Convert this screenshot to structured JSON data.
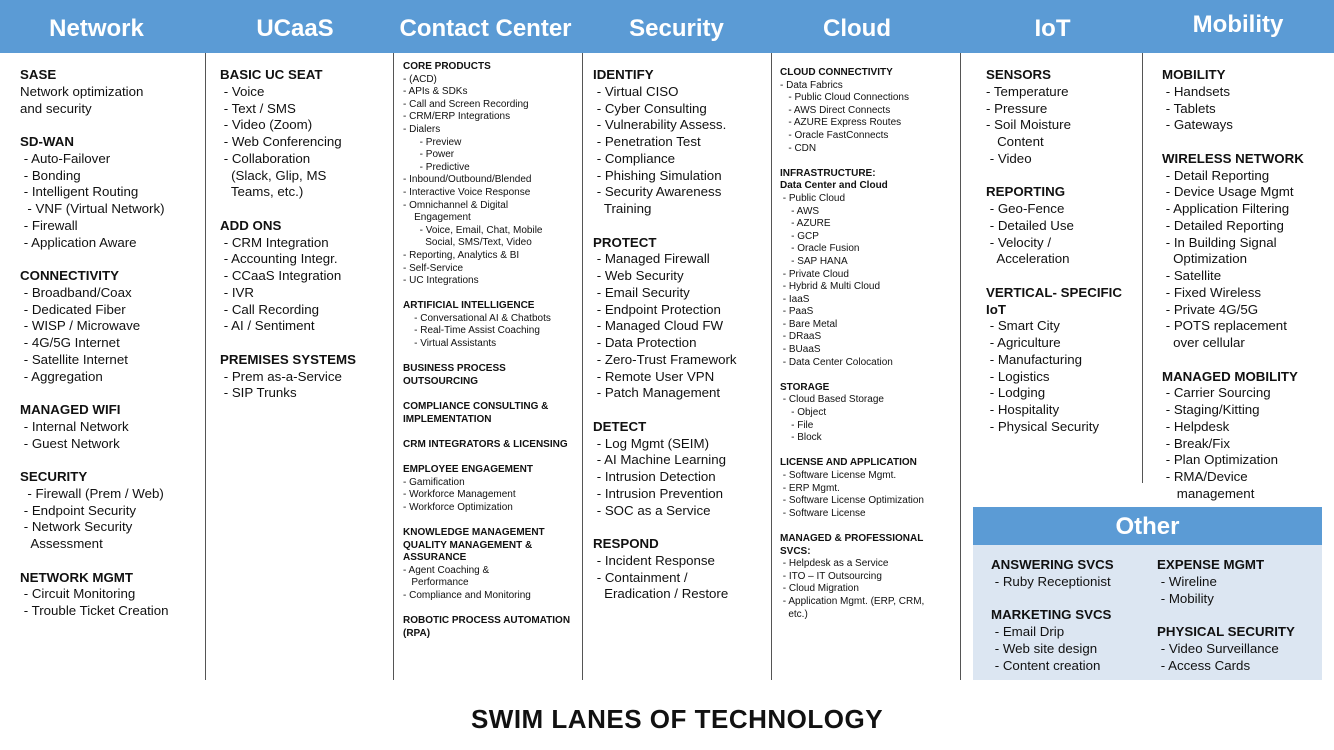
{
  "headers": [
    "Network",
    "UCaaS",
    "Contact Center",
    "Security",
    "Cloud",
    "IoT",
    "Mobility"
  ],
  "columns": [
    {
      "sections": [
        {
          "title": "SASE",
          "items": [
            "Network optimization",
            "and security"
          ]
        },
        {
          "title": "SD-WAN",
          "items": [
            " - Auto-Failover",
            " - Bonding",
            " - Intelligent Routing",
            "  - VNF (Virtual Network)",
            " - Firewall",
            " - Application Aware"
          ]
        },
        {
          "title": "CONNECTIVITY",
          "items": [
            " - Broadband/Coax",
            " - Dedicated Fiber",
            " - WISP / Microwave",
            " - 4G/5G Internet",
            " - Satellite Internet",
            " - Aggregation"
          ]
        },
        {
          "title": "MANAGED WIFI",
          "items": [
            " - Internal Network",
            " - Guest Network"
          ]
        },
        {
          "title": "SECURITY",
          "items": [
            "  - Firewall (Prem / Web)",
            " - Endpoint Security",
            " - Network Security",
            "   Assessment"
          ]
        },
        {
          "title": "NETWORK MGMT",
          "items": [
            " - Circuit Monitoring",
            " - Trouble Ticket Creation"
          ]
        }
      ]
    },
    {
      "sections": [
        {
          "title": "BASIC UC SEAT",
          "items": [
            " - Voice",
            " - Text / SMS",
            " - Video (Zoom)",
            " - Web Conferencing",
            " - Collaboration",
            "   (Slack, Glip, MS",
            "   Teams, etc.)"
          ]
        },
        {
          "title": "ADD ONS",
          "items": [
            " - CRM Integration",
            " - Accounting Integr.",
            " - CCaaS Integration",
            " - IVR",
            " - Call Recording",
            " - AI / Sentiment"
          ]
        },
        {
          "title": "PREMISES SYSTEMS",
          "items": [
            " - Prem as-a-Service",
            " - SIP Trunks"
          ]
        }
      ]
    },
    {
      "sections": [
        {
          "title": "CORE PRODUCTS",
          "items": [
            "- (ACD)",
            "- APIs & SDKs",
            "- Call and Screen Recording",
            "- CRM/ERP Integrations",
            "- Dialers",
            "      - Preview",
            "      - Power",
            "      - Predictive",
            "- Inbound/Outbound/Blended",
            "- Interactive Voice Response",
            "- Omnichannel & Digital",
            "    Engagement",
            "      - Voice, Email, Chat, Mobile",
            "        Social, SMS/Text, Video",
            "- Reporting, Analytics & BI",
            "- Self-Service",
            "- UC Integrations"
          ]
        },
        {
          "title": "ARTIFICIAL INTELLIGENCE",
          "items": [
            "    - Conversational AI & Chatbots",
            "    - Real-Time Assist Coaching",
            "    - Virtual Assistants"
          ]
        },
        {
          "title": "BUSINESS PROCESS\nOUTSOURCING",
          "items": []
        },
        {
          "title": "COMPLIANCE CONSULTING &\nIMPLEMENTATION",
          "items": []
        },
        {
          "title": "CRM INTEGRATORS & LICENSING",
          "items": []
        },
        {
          "title": "EMPLOYEE ENGAGEMENT",
          "items": [
            "- Gamification",
            "- Workforce Management",
            "- Workforce Optimization"
          ]
        },
        {
          "title": "KNOWLEDGE MANAGEMENT\nQUALITY MANAGEMENT &\nASSURANCE",
          "items": [
            "- Agent Coaching &",
            "   Performance",
            "- Compliance and Monitoring"
          ]
        },
        {
          "title": "ROBOTIC PROCESS AUTOMATION\n(RPA)",
          "items": []
        }
      ]
    },
    {
      "sections": [
        {
          "title": "IDENTIFY",
          "items": [
            " - Virtual CISO",
            " - Cyber Consulting",
            " - Vulnerability Assess.",
            " - Penetration Test",
            " - Compliance",
            " - Phishing Simulation",
            " - Security Awareness",
            "   Training"
          ]
        },
        {
          "title": "PROTECT",
          "items": [
            " - Managed Firewall",
            " - Web Security",
            " - Email Security",
            " - Endpoint Protection",
            " - Managed Cloud FW",
            " - Data Protection",
            " - Zero-Trust Framework",
            " - Remote User VPN",
            " - Patch Management"
          ]
        },
        {
          "title": "DETECT",
          "items": [
            " - Log Mgmt (SEIM)",
            " - AI Machine Learning",
            " - Intrusion Detection",
            " - Intrusion Prevention",
            " - SOC as a Service"
          ]
        },
        {
          "title": "RESPOND",
          "items": [
            " - Incident Response",
            " - Containment /",
            "   Eradication / Restore"
          ]
        }
      ]
    },
    {
      "sections": [
        {
          "title": "CLOUD CONNECTIVITY",
          "items": [
            "- Data Fabrics",
            "   - Public Cloud Connections",
            "   - AWS Direct Connects",
            "   - AZURE Express Routes",
            "   - Oracle FastConnects",
            "   - CDN"
          ]
        },
        {
          "title": "INFRASTRUCTURE:\nData Center and Cloud",
          "items": [
            " - Public Cloud",
            "    - AWS",
            "    - AZURE",
            "    - GCP",
            "    - Oracle Fusion",
            "    - SAP HANA",
            " - Private Cloud",
            " - Hybrid & Multi Cloud",
            " - IaaS",
            " - PaaS",
            " - Bare Metal",
            " - DRaaS",
            " - BUaaS",
            " - Data Center Colocation"
          ]
        },
        {
          "title": "STORAGE",
          "items": [
            " - Cloud Based Storage",
            "    - Object",
            "    - File",
            "    - Block"
          ]
        },
        {
          "title": "LICENSE AND APPLICATION",
          "items": [
            " - Software License Mgmt.",
            " - ERP Mgmt.",
            " - Software License Optimization",
            " - Software License"
          ]
        },
        {
          "title": "MANAGED & PROFESSIONAL\nSVCS:",
          "items": [
            " - Helpdesk as a Service",
            " - ITO – IT Outsourcing",
            " - Cloud Migration",
            " - Application Mgmt. (ERP, CRM,",
            "   etc.)"
          ]
        }
      ]
    },
    {
      "sections": [
        {
          "title": "SENSORS",
          "items": [
            "- Temperature",
            "- Pressure",
            "- Soil Moisture",
            "   Content",
            " - Video"
          ]
        },
        {
          "title": "REPORTING",
          "items": [
            " - Geo-Fence",
            " - Detailed Use",
            " - Velocity /",
            "   Acceleration"
          ]
        },
        {
          "title": "VERTICAL- SPECIFIC\nIoT",
          "items": [
            " - Smart City",
            " - Agriculture",
            " - Manufacturing",
            " - Logistics",
            " - Lodging",
            " - Hospitality",
            " - Physical Security"
          ]
        }
      ]
    },
    {
      "sections": [
        {
          "title": "MOBILITY",
          "items": [
            " - Handsets",
            " - Tablets",
            " - Gateways"
          ]
        },
        {
          "title": "WIRELESS NETWORK",
          "items": [
            " - Detail Reporting",
            " - Device Usage Mgmt",
            " - Application Filtering",
            " - Detailed Reporting",
            " - In Building Signal",
            "   Optimization",
            " - Satellite",
            " - Fixed Wireless",
            " - Private 4G/5G",
            " - POTS replacement",
            "   over cellular"
          ]
        },
        {
          "title": "MANAGED MOBILITY",
          "items": [
            " - Carrier Sourcing",
            " - Staging/Kitting",
            " - Helpdesk",
            " - Break/Fix",
            " - Plan Optimization",
            " - RMA/Device",
            "    management"
          ]
        }
      ]
    }
  ],
  "other": {
    "title": "Other",
    "left": [
      {
        "title": "ANSWERING SVCS",
        "items": [
          " - Ruby Receptionist"
        ]
      },
      {
        "title": "MARKETING SVCS",
        "items": [
          " - Email Drip",
          " - Web site design",
          " - Content creation"
        ]
      }
    ],
    "right": [
      {
        "title": "EXPENSE MGMT",
        "items": [
          " - Wireline",
          " - Mobility"
        ]
      },
      {
        "title": "PHYSICAL SECURITY",
        "items": [
          " - Video Surveillance",
          " - Access Cards"
        ]
      }
    ]
  },
  "footer": "SWIM LANES OF TECHNOLOGY",
  "colors": {
    "header_blue": "#5b9bd5",
    "other_bg": "#dce6f2"
  }
}
